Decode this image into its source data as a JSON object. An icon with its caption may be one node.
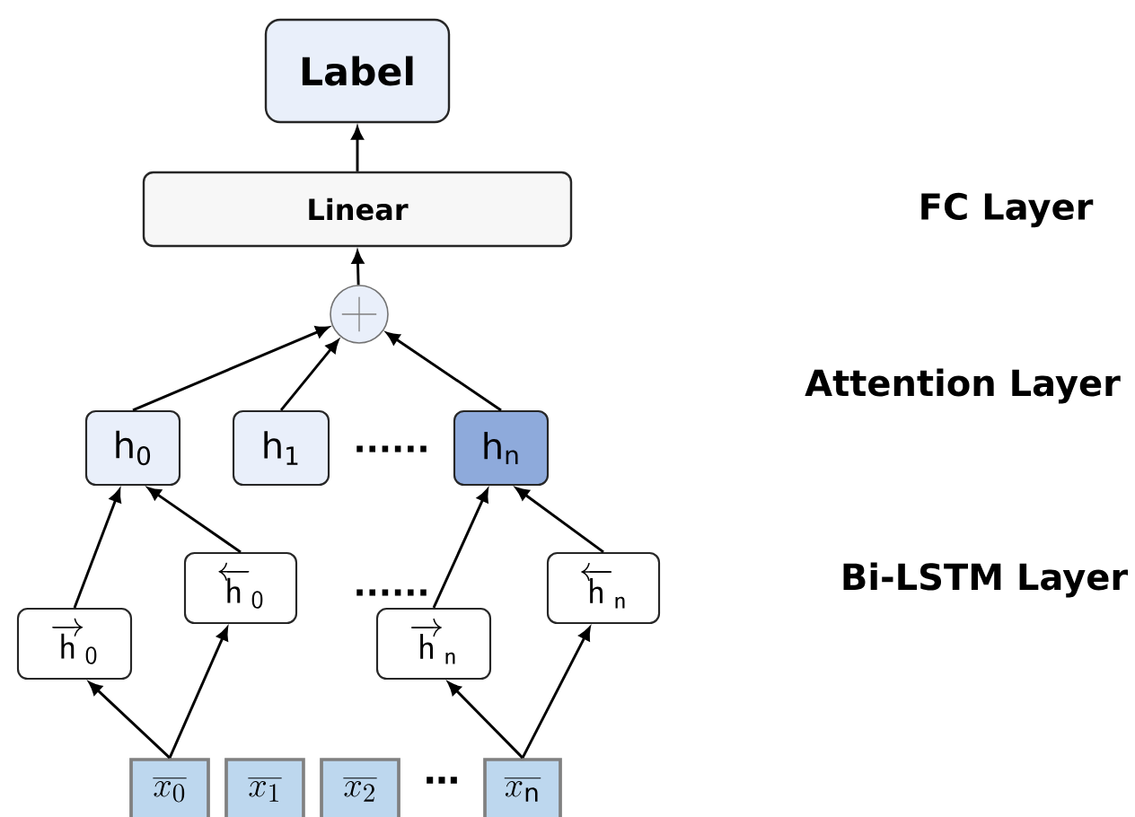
{
  "diagram": {
    "nodes": [
      {
        "text": [
          "Label"
        ]
      },
      {
        "text": [
          "Linear"
        ]
      },
      {
        "text": [],
        "shape": "circle"
      },
      {
        "text": [
          "h$_{0}$"
        ]
      },
      {
        "text": [
          "h$_{1}$"
        ]
      },
      {
        "text": [
          "h$_{n}$"
        ]
      },
      {
        "text": [
          "\\overrightarrow{\\mathsf{h}}_{\\mathsf{0}}"
        ]
      },
      {
        "text": [
          "\\overleftarrow{\\mathsf{h}}_{\\mathsf{0}}"
        ]
      },
      {
        "text": [
          "\\overrightarrow{\\mathsf{h}}_{\\mathsf{n}}"
        ]
      },
      {
        "text": [
          "\\overleftarrow{\\mathsf{h}}_{\\mathsf{n}}"
        ]
      },
      {
        "text": [
          "\\overline{x_{0}}"
        ]
      },
      {
        "text": [
          "\\overline{x_{1}}"
        ]
      },
      {
        "text": [
          "\\overline{x_{2}}"
        ]
      },
      {
        "text": [
          "\\overline{x_{\\mathrm{n}}}"
        ]
      }
    ],
    "edges": [
      {
        "from": 1,
        "to": 0,
        "arrow": "to"
      },
      {
        "from": 2,
        "to": 1,
        "arrow": "to"
      },
      {
        "from": 3,
        "to": 2,
        "arrow": "to"
      },
      {
        "from": 4,
        "to": 2,
        "arrow": "to"
      },
      {
        "from": 5,
        "to": 2,
        "arrow": "to"
      },
      {
        "from": 6,
        "to": 3,
        "arrow": "to"
      },
      {
        "from": 7,
        "to": 3,
        "arrow": "to"
      },
      {
        "from": 8,
        "to": 5,
        "arrow": "to"
      },
      {
        "from": 9,
        "to": 5,
        "arrow": "to"
      },
      {
        "from": 10,
        "to": 6,
        "arrow": "to"
      },
      {
        "from": 10,
        "to": 7,
        "arrow": "to"
      },
      {
        "from": 13,
        "to": 8,
        "arrow": "to"
      },
      {
        "from": 13,
        "to": 9,
        "arrow": "to"
      }
    ],
    "labels": [
      "FC Layer",
      "Attention Layer",
      "......",
      "Bi-LSTM Layer",
      "......",
      "⋯"
    ]
  }
}
